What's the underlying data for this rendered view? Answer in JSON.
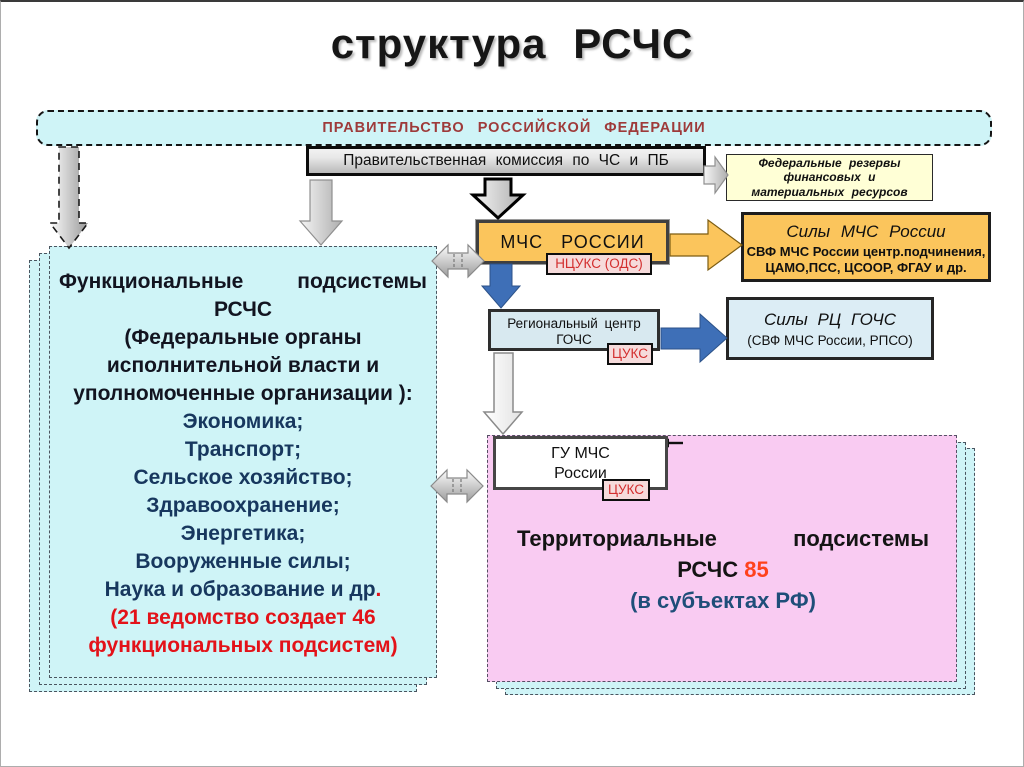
{
  "title": "структура РСЧС",
  "government": {
    "label": "ПРАВИТЕЛЬСТВО РОССИЙСКОЙ ФЕДЕРАЦИИ"
  },
  "commission": {
    "label": "Правительственная комиссия по ЧС и ПБ"
  },
  "federal_reserves": {
    "lines": [
      "Федеральные резервы",
      "финансовых и",
      "материальных ресурсов"
    ]
  },
  "mchs": {
    "label": "МЧС РОССИИ",
    "sub_label": "НЦУКС (ОДС)"
  },
  "mchs_forces": {
    "title": "Силы МЧС России",
    "lines": [
      "СВФ МЧС России центр.подчинения,",
      "ЦАМО,ПСС, ЦСООР, ФГАУ и др."
    ]
  },
  "regional_center": {
    "lines": [
      "Региональный центр",
      "ГОЧС"
    ],
    "sub_label": "ЦУКС"
  },
  "rc_forces": {
    "title": "Силы РЦ ГОЧС",
    "subtitle": "(СВФ МЧС России, РПСО)"
  },
  "gu_mchs": {
    "lines": [
      "ГУ МЧС",
      "России"
    ],
    "sub_label": "ЦУКС"
  },
  "territorial": {
    "word1": "Территориальные",
    "word2": "подсистемы",
    "acronym": "РСЧС",
    "count": "85",
    "line3": "(в субъектах РФ)"
  },
  "functional": {
    "word1": "Функциональные",
    "word2": "подсистемы",
    "acronym": "РСЧС",
    "paren_lines": [
      "(Федеральные органы",
      "исполнительной власти и",
      "уполномоченные организации ):"
    ],
    "items": [
      "Экономика;",
      "Транспорт;",
      "Сельское хозяйство;",
      "Здравоохранение;",
      "Энергетика;",
      "Вооруженные силы;"
    ],
    "science_item": "Наука и образование и др",
    "science_dot": ".",
    "note_lines": [
      "(21 ведомство создает 46",
      "функциональных подсистем)"
    ]
  },
  "colors": {
    "cyan_fill": "#CFF4F7",
    "orange_fill": "#FBC55C",
    "pale_yellow_fill": "#FFFFD6",
    "sub_tag_fill": "#F6DBDB",
    "territorial_pink_fill": "#F9CBF2",
    "light_blue_fill": "#DCEDF5",
    "blue_arrow": "#3E6FB7",
    "red_text": "#E31219",
    "count_red": "#FF421C",
    "gov_text_red": "#9E3A3A",
    "navy_text": "#17375E",
    "dark_blue_text": "#1F4E79"
  }
}
